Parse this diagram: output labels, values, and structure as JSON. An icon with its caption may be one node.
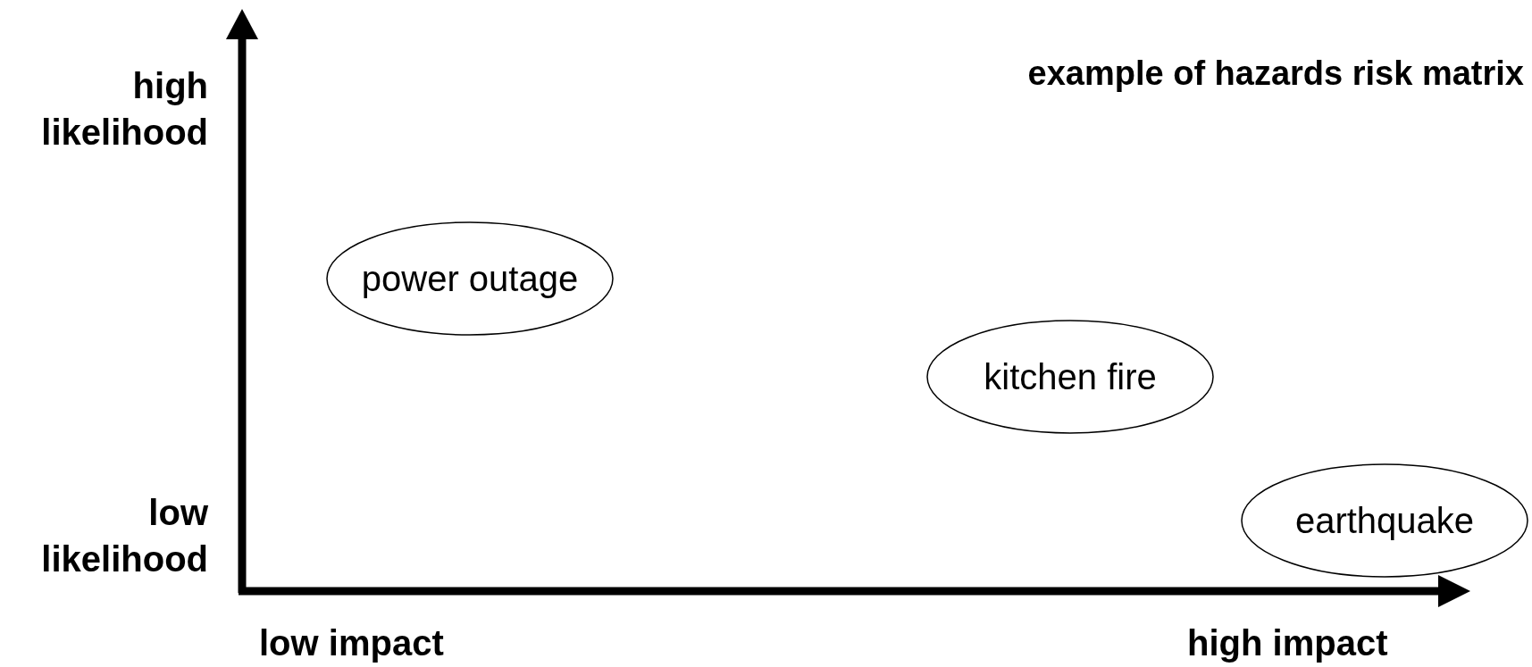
{
  "diagram": {
    "title": "example of hazards risk matrix",
    "nodes": [
      {
        "text": [
          "power outage"
        ]
      },
      {
        "text": [
          "kitchen fire"
        ]
      },
      {
        "text": [
          "earthquake"
        ]
      }
    ],
    "labels": [
      "high likelihood",
      "low likelihood",
      "low impact",
      "high impact"
    ]
  }
}
